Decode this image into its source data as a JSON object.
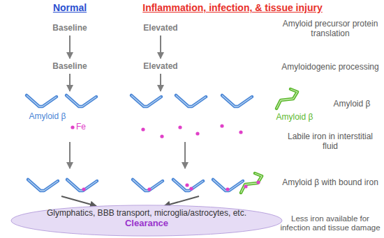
{
  "diagram": {
    "nodes": [
      {
        "text": [
          "Glymphatics, BBB transport, microglia/astrocytes, etc.",
          "Clearance"
        ]
      }
    ],
    "labels": [
      "Normal",
      "Inflammation, infection, & tissue injury",
      "Baseline",
      "Elevated",
      "Amyloid precursor protein translation",
      "Baseline",
      "Elevated",
      "Amyloidogenic processing",
      "Amyloid β",
      "Amyloid β",
      "Amyloid β",
      "Fe",
      "Labile iron in interstitial fluid",
      "Amyloid β with bound iron",
      "Less iron available for infection and tissue damage"
    ]
  }
}
